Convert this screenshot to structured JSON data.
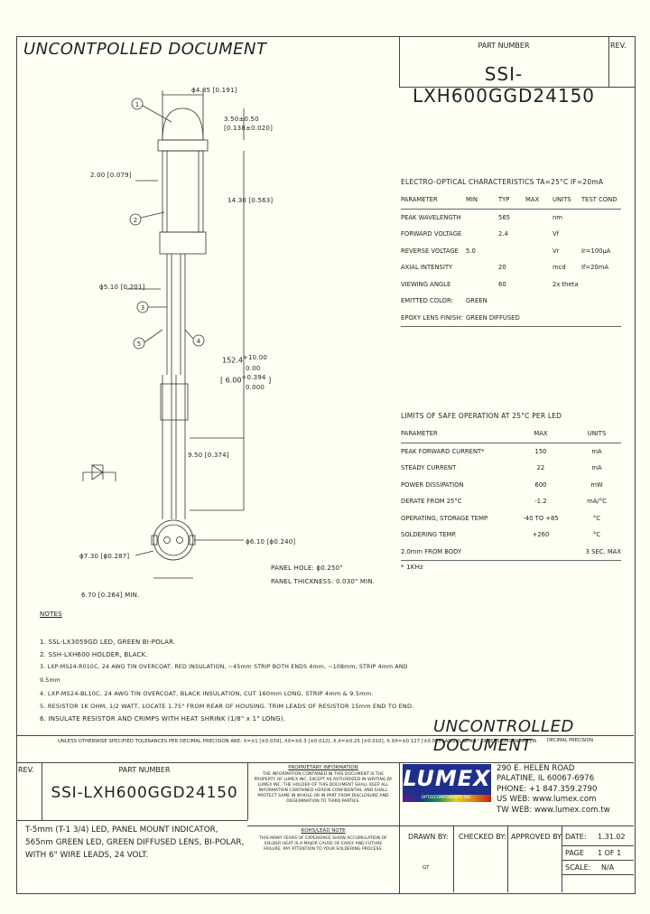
{
  "header": {
    "uncontrolled_top": "UNCONTPOLLED DOCUMENT",
    "part_number_label": "PART NUMBER",
    "rev_label": "REV.",
    "part_number": "SSI-LXH600GGD24150"
  },
  "drawing": {
    "callouts": [
      "1",
      "2",
      "3",
      "4",
      "5"
    ],
    "dim_dia": "ϕ4.85 [0.191]",
    "dim_350": "3.50±0.50",
    "dim_350b": "[0.138±0.020]",
    "dim_200": "2.00 [0.079]",
    "dim_1430": "14.30 [0.563]",
    "dim_510": "ϕ5.10 [0.201]",
    "dim_1524a": "152.4",
    "dim_1524b": "+10.00",
    "dim_1524c": "0.00",
    "dim_600a": "6.00",
    "dim_600b": "+0.394",
    "dim_600c": "0.000",
    "dim_950": "9.50 [0.374]",
    "dim_610": "ϕ6.10 [ϕ0.240]",
    "dim_730": "ϕ7.30 [ϕ0.287]",
    "dim_670": "6.70 [0.264] MIN.",
    "panel_hole": "PANEL HOLE: ϕ0.250\"",
    "panel_thickness": "PANEL THICKNESS: 0.030\" MIN."
  },
  "eo": {
    "title": "ELECTRO-OPTICAL CHARACTERISTICS TA=25°C    IF=20mA",
    "headers": [
      "PARAMETER",
      "MIN",
      "TYP",
      "MAX",
      "UNITS",
      "TEST COND"
    ],
    "rows": [
      [
        "PEAK WAVELENGTH",
        "",
        "565",
        "",
        "nm",
        ""
      ],
      [
        "FORWARD VOLTAGE",
        "",
        "2.4",
        "",
        "Vf",
        ""
      ],
      [
        "REVERSE VOLTAGE",
        "5.0",
        "",
        "",
        "Vr",
        "Ir=100μA"
      ],
      [
        "AXIAL INTENSITY",
        "",
        "20",
        "",
        "mcd",
        "If=20mA"
      ],
      [
        "VIEWING ANGLE",
        "",
        "60",
        "",
        "2x theta",
        ""
      ],
      [
        "EMITTED COLOR:",
        "GREEN",
        "",
        "",
        "",
        ""
      ],
      [
        "EPOXY LENS FINISH:",
        "GREEN DIFFUSED",
        "",
        "",
        "",
        ""
      ]
    ]
  },
  "limits": {
    "title": "LIMITS OF SAFE OPERATION AT 25°C PER LED",
    "headers": [
      "PARAMETER",
      "MAX",
      "UNITS"
    ],
    "rows": [
      [
        "PEAK FORWARD CURRENT*",
        "150",
        "mA"
      ],
      [
        "STEADY CURRENT",
        "22",
        "mA"
      ],
      [
        "POWER DISSIPATION",
        "600",
        "mW"
      ],
      [
        "DERATE FROM 25°C",
        "-1.2",
        "mA/°C"
      ],
      [
        "OPERATING, STORAGE TEMP.",
        "-40 TO +85",
        "°C"
      ],
      [
        "SOLDERING TEMP.",
        "+260",
        "°C"
      ],
      [
        "2.0mm FROM BODY",
        "",
        "3 SEC. MAX"
      ]
    ],
    "footnote": "* 1KHz"
  },
  "notes": {
    "title": "NOTES",
    "items": [
      "1. SSL-LX3059GD LED, GREEN BI-POLAR.",
      "2. SSH-LXH600 HOLDER, BLACK.",
      "3. LXP-MS24-R010C, 24 AWG TIN OVERCOAT, RED INSULATION, ~45mm STRIP BOTH ENDS 4mm, ~108mm, STRIP 4mm AND 9.5mm",
      "4. LXP-MS24-BL10C, 24 AWG TIN OVERCOAT, BLACK INSULATION, CUT 160mm LONG, STRIP 4mm & 9.5mm.",
      "5. RESISTOR 1K OHM, 1/2 WATT, LOCATE 1.75\" FROM REAR OF HOUSING. TRIM LEADS OF RESISTOR 15mm END TO END.",
      "6. INSULATE RESISTOR AND CRIMPS WITH HEAT SHRINK (1/8\" x 1\" LONG)."
    ]
  },
  "footer": {
    "uncontrolled_bottom": "UNCONTROLLED DOCUMENT",
    "tolerance_note": "UNLESS OTHERWISE SPECIFIED TOLERANCES PER DECIMAL PRECISION ARE: X=±1 [±0.039], XX=±0.3 [±0.012], X.X=±0.25 [±0.010], X.XX=±0.127 [±0.005]    ANGULAR ±1°    DIMENSIONS IN MM [INCHES]",
    "decimal_right": "DECIMAL PRECISION",
    "rev_label": "REV.",
    "part_number_label": "PART NUMBER",
    "part_number": "SSI-LXH600GGD24150",
    "description": [
      "T-5mm (T-1 3/4) LED, PANEL MOUNT INDICATOR,",
      "565nm GREEN LED, GREEN DIFFUSED LENS, BI-POLAR,",
      "WITH 6\" WIRE LEADS, 24 VOLT."
    ],
    "proprietary_title": "PROPRIETARY INFORMATION",
    "proprietary_text": "THE INFORMATION CONTAINED IN THIS DOCUMENT IS THE PROPERTY OF LUMEX INC. EXCEPT AS AUTHORIZED IN WRITING BY LUMEX INC. THE HOLDER OF THIS DOCUMENT SHALL KEEP ALL INFORMATION CONTAINED HEREIN CONFIDENTIAL AND SHALL PROTECT SAME IN WHOLE OR IN PART FROM DISCLOSURE AND DISSEMINATION TO THIRD PARTIES.",
    "rohs_title": "ROHS/LEAD NOTE",
    "rohs_text": "THIS MANY YEARS OF EXPERIENCE SHOW ACCUMULATION OF SOLDER HEAT IS A MAJOR CAUSE OF EARLY AND FUTURE FAILURE. PAY ATTENTION TO YOUR SOLDERING PROCESS.",
    "logo": "LUMEX",
    "logo_sub": "OPTO/COMPONENTS INC.",
    "address": [
      "290 E. HELEN ROAD",
      "PALATINE, IL 60067-6976",
      "PHONE: +1 847.359.2790",
      "US WEB: www.lumex.com",
      "TW WEB: www.lumex.com.tw"
    ],
    "drawn_by_label": "DRAWN BY:",
    "drawn_by": "GT",
    "checked_by_label": "CHECKED BY:",
    "approved_by_label": "APPROVED BY:",
    "date_label": "DATE:",
    "date": "1.31.02",
    "page_label": "PAGE",
    "page": "1 OF 1",
    "scale_label": "SCALE:",
    "scale": "N/A"
  },
  "colors": {
    "logo_blue": "#1e2f8c",
    "paper": "#fffff4"
  }
}
